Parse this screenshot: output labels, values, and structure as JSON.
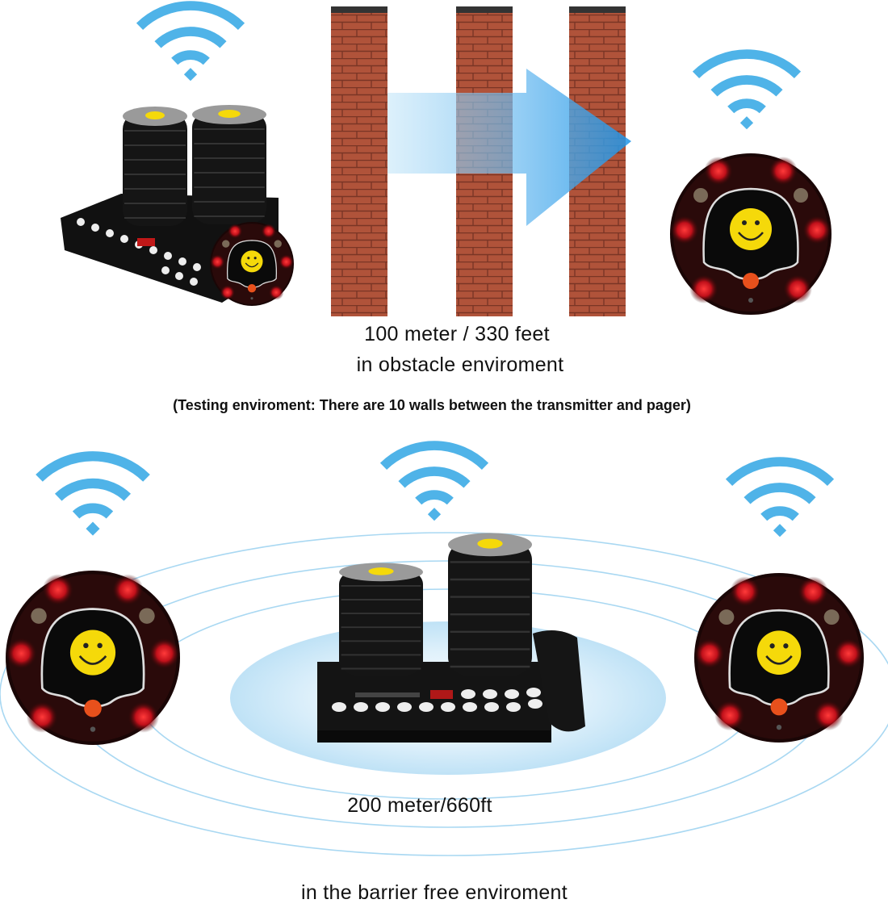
{
  "top_section": {
    "range_label": "100 meter / 330 feet",
    "environment_label": "in obstacle enviroment",
    "testing_note": "(Testing enviroment: There are 10 walls between the transmitter and pager)"
  },
  "bottom_section": {
    "range_label": "200 meter/660ft",
    "environment_label": "in the barrier free enviroment"
  },
  "colors": {
    "wifi": "#4fb3e8",
    "brick": "#b0533a",
    "arrow": "#2a9ae6",
    "pager_led": "#e0141c",
    "smiley": "#f5d90a"
  },
  "icons": [
    "wifi-icon",
    "smiley-icon",
    "arrow-right-icon",
    "brick-wall-icon"
  ]
}
